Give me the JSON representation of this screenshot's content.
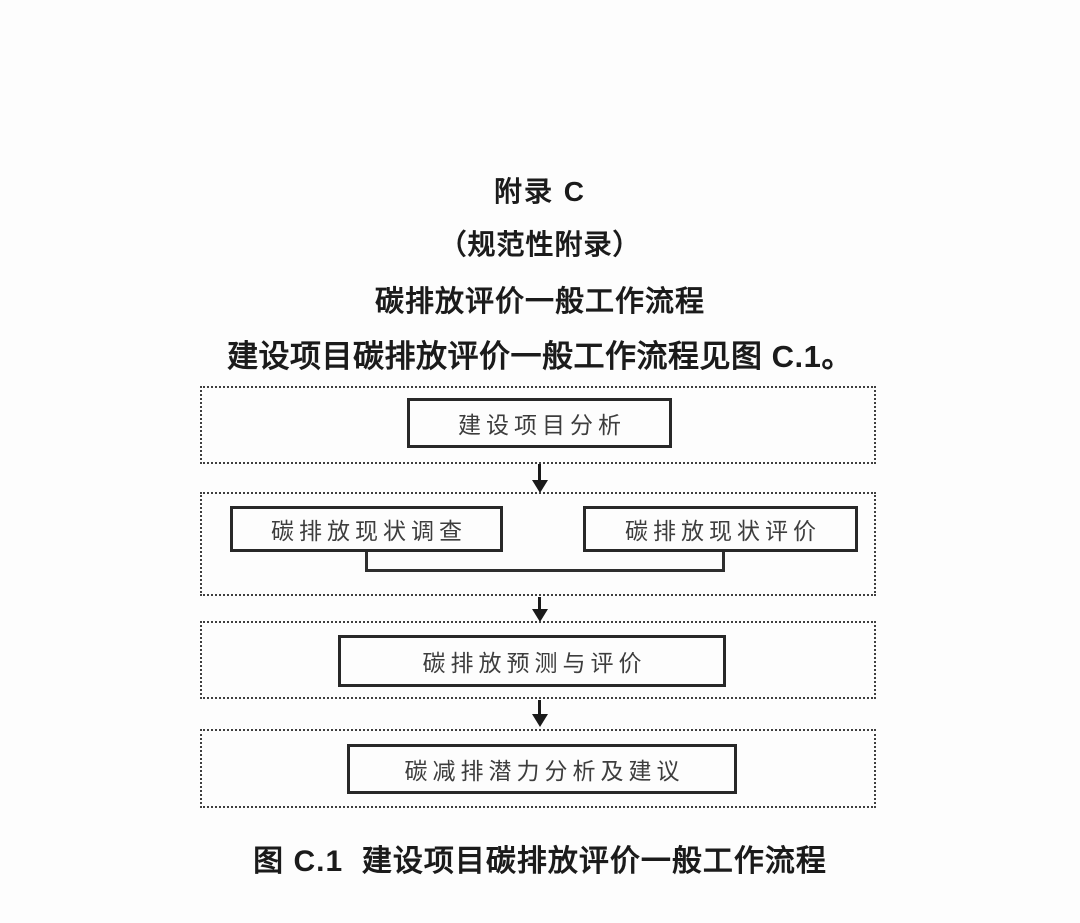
{
  "document": {
    "appendix_label": "附录 C",
    "appendix_type": "（规范性附录）",
    "appendix_title": "碳排放评价一般工作流程",
    "intro_text": "建设项目碳排放评价一般工作流程见图 C.1。"
  },
  "flowchart": {
    "stages": [
      {
        "name": "project-analysis",
        "boxes": [
          {
            "label": "建设项目分析"
          }
        ]
      },
      {
        "name": "current-status",
        "boxes": [
          {
            "label": "碳排放现状调查"
          },
          {
            "label": "碳排放现状评价"
          }
        ]
      },
      {
        "name": "prediction-evaluation",
        "boxes": [
          {
            "label": "碳排放预测与评价"
          }
        ]
      },
      {
        "name": "reduction-potential",
        "boxes": [
          {
            "label": "碳减排潜力分析及建议"
          }
        ]
      }
    ],
    "figure_caption": "图 C.1  建设项目碳排放评价一般工作流程"
  },
  "colors": {
    "background": "#fdfdfd",
    "ink": "#1b1b1b",
    "box_border": "#282828",
    "box_text": "#3d3d3d",
    "container_border": "#3f3f3f"
  }
}
